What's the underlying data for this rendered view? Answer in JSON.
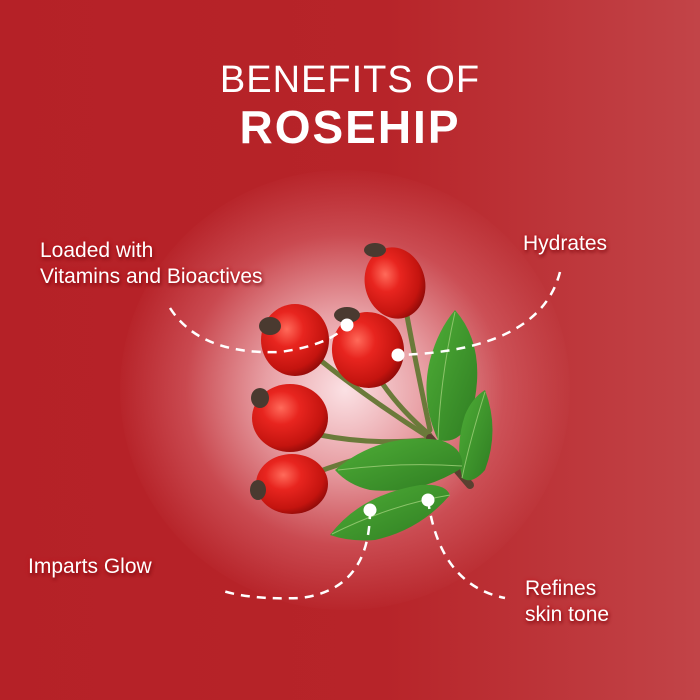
{
  "title": {
    "line1": "BENEFITS OF",
    "line2": "ROSEHIP"
  },
  "benefits": [
    {
      "line1": "Loaded with",
      "line2": "Vitamins and Bioactives"
    },
    {
      "line1": "Hydrates"
    },
    {
      "line1": "Imparts Glow"
    },
    {
      "line1": "Refines",
      "line2": "skin tone"
    }
  ],
  "image": {
    "subject": "rosehip-berries-with-leaves"
  },
  "colors": {
    "background": "#b52127",
    "background_right": "#c24448",
    "text": "#ffffff",
    "berry": "#d91e1e",
    "leaf": "#3f9a2e"
  }
}
